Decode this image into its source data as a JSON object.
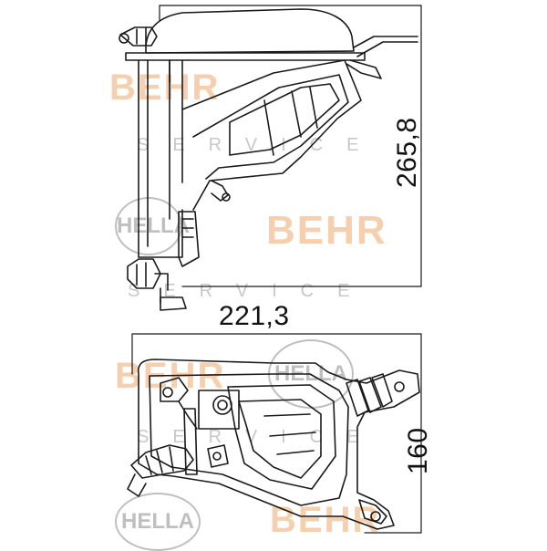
{
  "dimensions": {
    "width": "221,3",
    "height_top": "265,8",
    "height_bottom": "160"
  },
  "watermarks": {
    "behr": "BEHR",
    "service": "SERVICE",
    "hella": "HELLA"
  },
  "colors": {
    "line": "#1a1a1a",
    "watermark_orange": "#f5cfae",
    "watermark_gray": "#c8c8c8"
  }
}
